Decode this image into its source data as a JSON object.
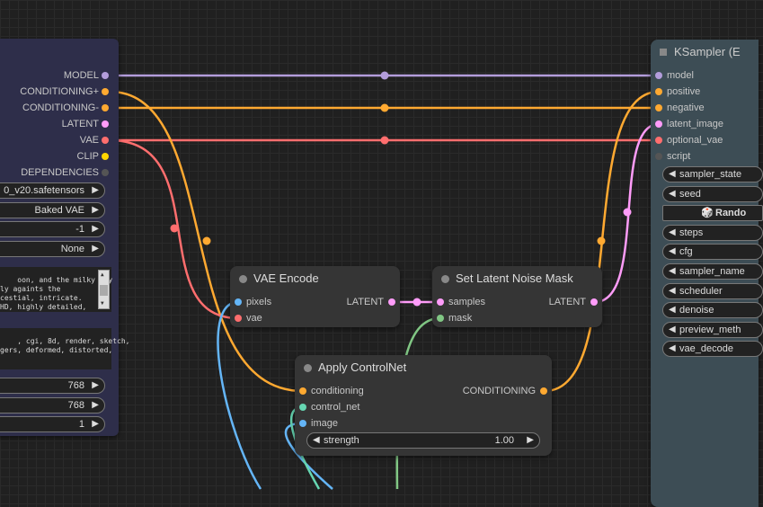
{
  "colors": {
    "model": "#b39ddb",
    "conditioning": "#ffa931",
    "latent": "#ff9cf9",
    "vae": "#ff6e6e",
    "clip": "#ffd500",
    "image": "#64b5f6",
    "mask": "#81c784",
    "control_net": "#66d6b2",
    "dependencies": "#555555"
  },
  "left_node": {
    "outputs": [
      {
        "label": "MODEL",
        "color": "model"
      },
      {
        "label": "CONDITIONING+",
        "color": "conditioning"
      },
      {
        "label": "CONDITIONING-",
        "color": "conditioning"
      },
      {
        "label": "LATENT",
        "color": "latent"
      },
      {
        "label": "VAE",
        "color": "vae"
      },
      {
        "label": "CLIP",
        "color": "clip"
      },
      {
        "label": "DEPENDENCIES",
        "color": "dependencies"
      }
    ],
    "widgets": [
      {
        "value": "0_v20.safetensors"
      },
      {
        "value": "Baked VAE"
      },
      {
        "value": "-1"
      },
      {
        "value": "None"
      }
    ],
    "positive_text": "oon, and the milky way\nly againts the\ncestial, intricate.\nHD, highly detailed,",
    "negative_text": ", cgi, 8d, render, sketch,\ngers, deformed, distorted,",
    "bottom_widgets": [
      {
        "value": "768"
      },
      {
        "value": "768"
      },
      {
        "value": "1"
      }
    ]
  },
  "vae_encode": {
    "title": "VAE Encode",
    "inputs": [
      {
        "label": "pixels"
      },
      {
        "label": "vae"
      }
    ],
    "output": "LATENT"
  },
  "latent_mask": {
    "title": "Set Latent Noise Mask",
    "inputs": [
      {
        "label": "samples"
      },
      {
        "label": "mask"
      }
    ],
    "output": "LATENT"
  },
  "controlnet": {
    "title": "Apply ControlNet",
    "inputs": [
      {
        "label": "conditioning"
      },
      {
        "label": "control_net"
      },
      {
        "label": "image"
      }
    ],
    "output": "CONDITIONING",
    "strength_label": "strength",
    "strength_value": "1.00"
  },
  "ksampler": {
    "title": "KSampler (E",
    "inputs": [
      {
        "label": "model",
        "color": "model"
      },
      {
        "label": "positive",
        "color": "conditioning"
      },
      {
        "label": "negative",
        "color": "conditioning"
      },
      {
        "label": "latent_image",
        "color": "latent"
      },
      {
        "label": "optional_vae",
        "color": "vae"
      },
      {
        "label": "script",
        "color": "dependencies"
      }
    ],
    "widgets": [
      {
        "label": "sampler_state"
      },
      {
        "label": "seed"
      },
      {
        "label": "Rando"
      },
      {
        "label": "steps"
      },
      {
        "label": "cfg"
      },
      {
        "label": "sampler_name"
      },
      {
        "label": "scheduler"
      },
      {
        "label": "denoise"
      },
      {
        "label": "preview_meth"
      },
      {
        "label": "vae_decode"
      }
    ]
  }
}
